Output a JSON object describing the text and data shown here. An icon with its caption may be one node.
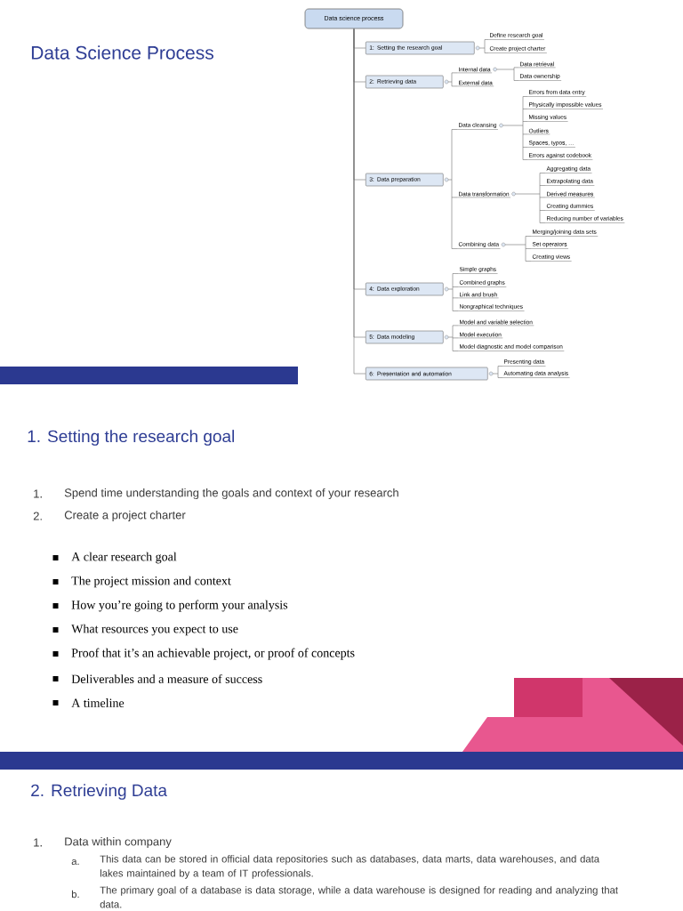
{
  "diagram": {
    "title": "Data Science Process",
    "nodes": [
      {
        "text": [
          "Data science process"
        ]
      },
      {
        "text": [
          "1: Setting the research goal"
        ]
      },
      {
        "text": [
          "Define research goal"
        ]
      },
      {
        "text": [
          "Create project charter"
        ]
      },
      {
        "text": [
          "2: Retrieving data"
        ]
      },
      {
        "text": [
          "Internal data"
        ]
      },
      {
        "text": [
          "Data retrieval"
        ]
      },
      {
        "text": [
          "Data ownership"
        ]
      },
      {
        "text": [
          "External data"
        ]
      },
      {
        "text": [
          "3: Data preparation"
        ]
      },
      {
        "text": [
          "Data cleansing"
        ]
      },
      {
        "text": [
          "Errors from data entry"
        ]
      },
      {
        "text": [
          "Physically impossible values"
        ]
      },
      {
        "text": [
          "Missing values"
        ]
      },
      {
        "text": [
          "Outliers"
        ]
      },
      {
        "text": [
          "Spaces, typos, …"
        ]
      },
      {
        "text": [
          "Errors against codebook"
        ]
      },
      {
        "text": [
          "Data transformation"
        ]
      },
      {
        "text": [
          "Aggregating data"
        ]
      },
      {
        "text": [
          "Extrapolating data"
        ]
      },
      {
        "text": [
          "Derived measures"
        ]
      },
      {
        "text": [
          "Creating dummies"
        ]
      },
      {
        "text": [
          "Reducing number of variables"
        ]
      },
      {
        "text": [
          "Combining data"
        ]
      },
      {
        "text": [
          "Merging/joining data sets"
        ]
      },
      {
        "text": [
          "Set operators"
        ]
      },
      {
        "text": [
          "Creating views"
        ]
      },
      {
        "text": [
          "4: Data exploration"
        ]
      },
      {
        "text": [
          "Simple graphs"
        ]
      },
      {
        "text": [
          "Combined graphs"
        ]
      },
      {
        "text": [
          "Link and brush"
        ]
      },
      {
        "text": [
          "Nongraphical techniques"
        ]
      },
      {
        "text": [
          "5: Data modeling"
        ]
      },
      {
        "text": [
          "Model and variable selection"
        ]
      },
      {
        "text": [
          "Model execution"
        ]
      },
      {
        "text": [
          "Model diagnostic and model comparison"
        ]
      },
      {
        "text": [
          "6: Presentation and automation"
        ]
      },
      {
        "text": [
          "Presenting data"
        ]
      },
      {
        "text": [
          "Automating data analysis"
        ]
      }
    ],
    "edges": [
      {
        "from": 0,
        "to": 1,
        "arrow": "none"
      },
      {
        "from": 0,
        "to": 4,
        "arrow": "none"
      },
      {
        "from": 0,
        "to": 9,
        "arrow": "none"
      },
      {
        "from": 0,
        "to": 27,
        "arrow": "none"
      },
      {
        "from": 0,
        "to": 32,
        "arrow": "none"
      },
      {
        "from": 0,
        "to": 36,
        "arrow": "none"
      },
      {
        "from": 1,
        "to": 2,
        "arrow": "none"
      },
      {
        "from": 1,
        "to": 3,
        "arrow": "none"
      },
      {
        "from": 4,
        "to": 5,
        "arrow": "none"
      },
      {
        "from": 4,
        "to": 8,
        "arrow": "none"
      },
      {
        "from": 5,
        "to": 6,
        "arrow": "none"
      },
      {
        "from": 5,
        "to": 7,
        "arrow": "none"
      },
      {
        "from": 9,
        "to": 10,
        "arrow": "none"
      },
      {
        "from": 9,
        "to": 17,
        "arrow": "none"
      },
      {
        "from": 9,
        "to": 23,
        "arrow": "none"
      },
      {
        "from": 10,
        "to": 11,
        "arrow": "none"
      },
      {
        "from": 10,
        "to": 12,
        "arrow": "none"
      },
      {
        "from": 10,
        "to": 13,
        "arrow": "none"
      },
      {
        "from": 10,
        "to": 14,
        "arrow": "none"
      },
      {
        "from": 10,
        "to": 15,
        "arrow": "none"
      },
      {
        "from": 10,
        "to": 16,
        "arrow": "none"
      },
      {
        "from": 17,
        "to": 18,
        "arrow": "none"
      },
      {
        "from": 17,
        "to": 19,
        "arrow": "none"
      },
      {
        "from": 17,
        "to": 20,
        "arrow": "none"
      },
      {
        "from": 17,
        "to": 21,
        "arrow": "none"
      },
      {
        "from": 17,
        "to": 22,
        "arrow": "none"
      },
      {
        "from": 23,
        "to": 24,
        "arrow": "none"
      },
      {
        "from": 23,
        "to": 25,
        "arrow": "none"
      },
      {
        "from": 23,
        "to": 26,
        "arrow": "none"
      },
      {
        "from": 27,
        "to": 28,
        "arrow": "none"
      },
      {
        "from": 27,
        "to": 29,
        "arrow": "none"
      },
      {
        "from": 27,
        "to": 30,
        "arrow": "none"
      },
      {
        "from": 27,
        "to": 31,
        "arrow": "none"
      },
      {
        "from": 32,
        "to": 33,
        "arrow": "none"
      },
      {
        "from": 32,
        "to": 34,
        "arrow": "none"
      },
      {
        "from": 32,
        "to": 35,
        "arrow": "none"
      },
      {
        "from": 36,
        "to": 37,
        "arrow": "none"
      },
      {
        "from": 36,
        "to": 38,
        "arrow": "none"
      }
    ],
    "labels": [
      "1. Setting the research goal",
      "1.",
      "Spend time understanding the goals and context of your research",
      "2.",
      "Create a project charter",
      "A clear research goal",
      "The project mission and context",
      "How you’re going to perform your analysis",
      "What resources you expect to use",
      "Proof that it’s an achievable project, or proof of concepts",
      "Deliverables and a measure of success",
      "A timeline",
      "2. Retrieving Data",
      "1.",
      "Data within company",
      "a.",
      "This data can be stored in official data repositories such as databases, data marts, data warehouses, and data lakes maintained by a team of IT professionals.",
      "b.",
      "The primary goal of a database is data storage, while a data warehouse is designed for reading and analyzing that data."
    ]
  }
}
